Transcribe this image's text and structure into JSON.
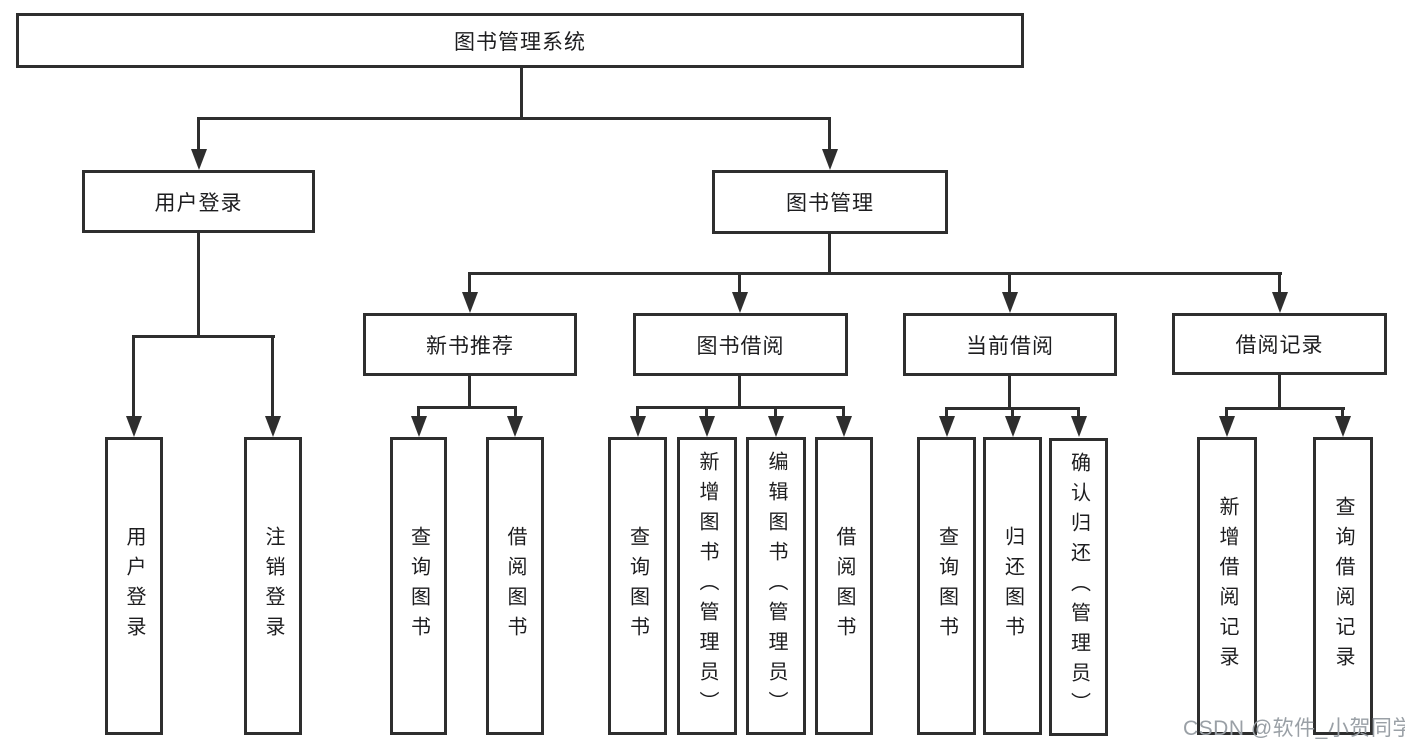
{
  "page": {
    "background": "#ffffff"
  },
  "colors": {
    "line": "#2e2e2e",
    "box_border": "#2e2e2e",
    "text": "#1d1d1f",
    "watermark": "#9aa0a6"
  },
  "tree": {
    "root": {
      "label": "图书管理系统"
    },
    "branches": [
      {
        "label": "用户登录",
        "children": [
          {
            "label": "用户登录"
          },
          {
            "label": "注销登录"
          }
        ]
      },
      {
        "label": "图书管理",
        "children": [
          {
            "label": "新书推荐",
            "children": [
              {
                "label": "查询图书"
              },
              {
                "label": "借阅图书"
              }
            ]
          },
          {
            "label": "图书借阅",
            "children": [
              {
                "label": "查询图书"
              },
              {
                "label": "新增图书（管理员）"
              },
              {
                "label": "编辑图书（管理员）"
              },
              {
                "label": "借阅图书"
              }
            ]
          },
          {
            "label": "当前借阅",
            "children": [
              {
                "label": "查询图书"
              },
              {
                "label": "归还图书"
              },
              {
                "label": "确认归还（管理员）"
              }
            ]
          },
          {
            "label": "借阅记录",
            "children": [
              {
                "label": "新增借阅记录"
              },
              {
                "label": "查询借阅记录"
              }
            ]
          }
        ]
      }
    ]
  },
  "watermark": {
    "text": "CSDN @软件_小贺同学"
  }
}
